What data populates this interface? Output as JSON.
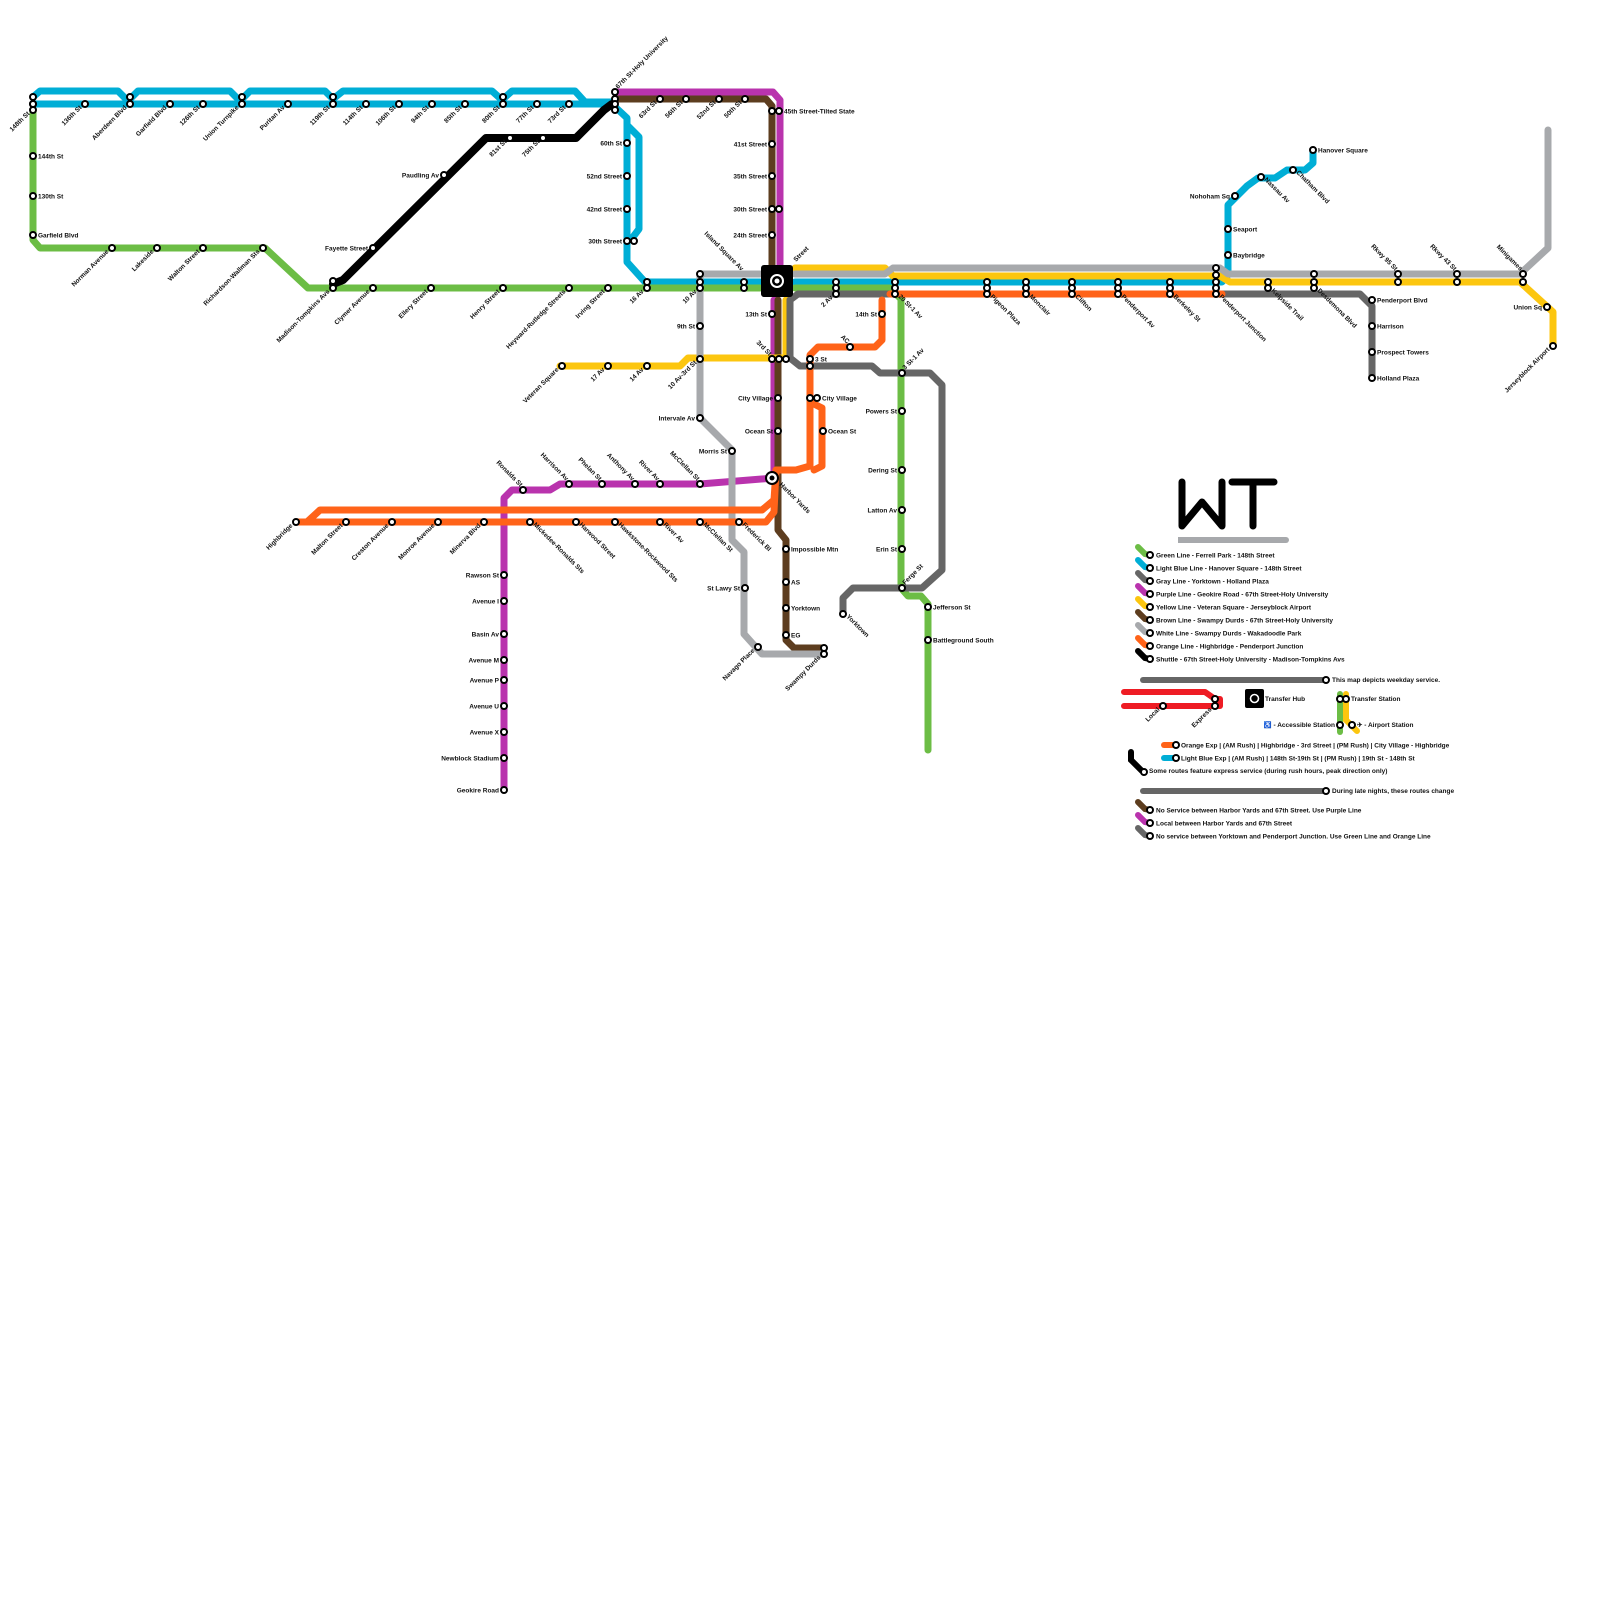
{
  "title": "WT",
  "colors": {
    "green": "#6cbd45",
    "lightblue": "#00aed6",
    "gray": "#666666",
    "purple": "#b933ad",
    "yellow": "#fcc60f",
    "brown": "#5d3d1f",
    "white": "#a7a9ac",
    "orange": "#ff6319",
    "shuttle": "#000000",
    "express": "#ee1c24"
  },
  "hub": {
    "name": "Street",
    "icon": "transfer-hub-icon"
  },
  "stations": {
    "green_top": [
      "148th St",
      "144th St",
      "130th St",
      "Garfield Blvd"
    ],
    "green_west": [
      "Norman Avenue",
      "Lakeside",
      "Walton Street",
      "Richardson-Wallman Sts"
    ],
    "green_main": [
      "Madison-Tompkins Avs",
      "Clymer Avenue",
      "Ellery Street",
      "Henry Street",
      "Heyward-Rutledge Streets",
      "Irving Street",
      "16 Av",
      "10 Av",
      "Island Square Av"
    ],
    "green_south": [
      "20 St-1 Av",
      "3 St-1 Av",
      "Powers St",
      "Dering St",
      "Latton Av",
      "Erin St",
      "Ferge St",
      "Jefferson St",
      "Battleground South"
    ],
    "lightblue_west": [
      "148th St",
      "136th St",
      "Aberdeen Blvd",
      "Garfield Blvd",
      "126th St",
      "Union Turnpike",
      "Puritan Av",
      "119th St",
      "114th St",
      "106th St",
      "94th St",
      "85th St",
      "80th St",
      "77th St",
      "73rd St"
    ],
    "lightblue_south": [
      "60th St",
      "52nd Street",
      "42nd Street",
      "30th Street"
    ],
    "lightblue_east": [
      "Nohoham Sq",
      "Nassau Av",
      "Chatham Blvd",
      "Hanover Square",
      "Seaport",
      "Baybridge"
    ],
    "shuttle": [
      "67th St-Holy University",
      "81st St",
      "75th St",
      "Paudling Av",
      "Fayette Street",
      "Madison-Tompkins Avs"
    ],
    "brown_top": [
      "63rd St",
      "56th St",
      "52nd St",
      "50th St"
    ],
    "brown_trunk": [
      "45th Street-Tilted State",
      "41st Street",
      "35th Street",
      "30th Street",
      "24th Street",
      "13th St",
      "3rd St",
      "City Village",
      "Ocean St",
      "Harbor Yards",
      "Impossible Mtn",
      "AS",
      "Yorktown",
      "EG",
      "Swampy Durds"
    ],
    "white": [
      "10 Av",
      "9th St",
      "10 Av-3rd St",
      "Intervale Av",
      "Morris St",
      "St Lawy St",
      "Navago Place",
      "Swampy Durds"
    ],
    "yellow": [
      "Veteran Square",
      "17 Av",
      "14 Av",
      "10 Av-3rd St",
      "3rd St"
    ],
    "orange_top": [
      "14th St",
      "AC",
      "3 St",
      "City Village",
      "Ocean St"
    ],
    "orange_west": [
      "Highbridge",
      "Malton Street",
      "Creston Avenue",
      "Monroe Avenue",
      "Minerva Blvd",
      "Mickedee-Ronalds Sts",
      "Harwood Street",
      "Hawkstone-Rockwood Sts",
      "River Av",
      "McClellan St",
      "Frederick Bl"
    ],
    "purple": [
      "Ronalds St",
      "Harrison Av",
      "Phelan St",
      "Anthony Av",
      "River Av",
      "McClellan St",
      "Rawson St",
      "Avenue I",
      "Basin Av",
      "Avenue M",
      "Avenue P",
      "Avenue U",
      "Avenue X",
      "Newblock Stadium",
      "Geokire Road"
    ],
    "gray_loop": [
      "2 Av",
      "Yorktown"
    ],
    "trunk_east": [
      "Pigeon Plaza",
      "Monclair",
      "Clifton",
      "Penderport Av",
      "Berkeley St",
      "Penderport Junction",
      "Kelpside Trail",
      "Desdemona Blvd",
      "Rkwy 95 St",
      "Rkwy 43 St",
      "Minigames",
      "Union Sq",
      "Jerseyblock Airport"
    ],
    "gray_east": [
      "Penderport Blvd",
      "Harrison",
      "Prospect Towers",
      "Holland Plaza"
    ]
  },
  "legend": {
    "lines": [
      {
        "color": "green",
        "label": "Green Line - Ferrell Park - 148th Street"
      },
      {
        "color": "lightblue",
        "label": "Light Blue Line - Hanover Square - 148th Street"
      },
      {
        "color": "gray",
        "label": "Gray Line - Yorktown - Holland Plaza"
      },
      {
        "color": "purple",
        "label": "Purple Line - Geokire Road - 67th Street-Holy University"
      },
      {
        "color": "yellow",
        "label": "Yellow Line - Veteran Square - Jerseyblock Airport"
      },
      {
        "color": "brown",
        "label": "Brown Line - Swampy Durds - 67th Street-Holy University"
      },
      {
        "color": "white",
        "label": "White Line - Swampy Durds - Wakadoodle Park"
      },
      {
        "color": "orange",
        "label": "Orange Line - Highbridge - Penderport Junction"
      },
      {
        "color": "shuttle",
        "label": "Shuttle - 67th Street-Holy University - Madison-Tompkins Avs"
      }
    ],
    "weekday_note": "This map depicts weekday service.",
    "local_label": "Local",
    "express_label": "Express",
    "transfer_hub": "Transfer Hub",
    "transfer_station": "Transfer Station",
    "accessible_station": "♿ - Accessible Station",
    "airport_station": "✈ - Airport Station",
    "express_lines": [
      {
        "color": "orange",
        "label": "Orange Exp | (AM Rush) | Highbridge - 3rd Street | (PM Rush) | City Village - Highbridge"
      },
      {
        "color": "lightblue",
        "label": "Light Blue Exp | (AM Rush) | 148th St-19th St | (PM Rush) | 19th St - 148th St"
      }
    ],
    "express_note": "Some routes feature express service (during rush hours, peak direction only)",
    "night_note": "During late nights, these routes change",
    "night_changes": [
      {
        "color": "brown",
        "label": "No Service between Harbor Yards and 67th Street. Use Purple Line"
      },
      {
        "color": "purple",
        "label": "Local between Harbor Yards and 67th Street"
      },
      {
        "color": "gray",
        "label": "No service between Yorktown and Penderport Junction. Use Green Line and Orange Line"
      }
    ]
  }
}
